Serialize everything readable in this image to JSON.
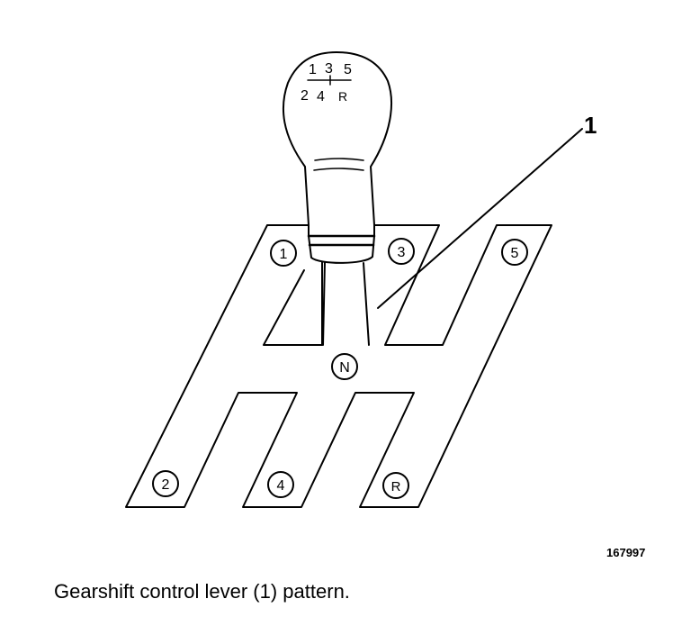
{
  "diagram": {
    "callout_number": "1",
    "gear_labels": {
      "g1": "1",
      "g2": "2",
      "g3": "3",
      "g4": "4",
      "g5": "5",
      "reverse": "R",
      "neutral": "N"
    },
    "knob_pattern": {
      "top_row": [
        "1",
        "3",
        "5"
      ],
      "bottom_row": [
        "2",
        "4",
        "R"
      ]
    },
    "figure_number": "167997",
    "caption": "Gearshift control lever  (1) pattern."
  },
  "colors": {
    "ink": "#000000",
    "paper": "#ffffff"
  }
}
